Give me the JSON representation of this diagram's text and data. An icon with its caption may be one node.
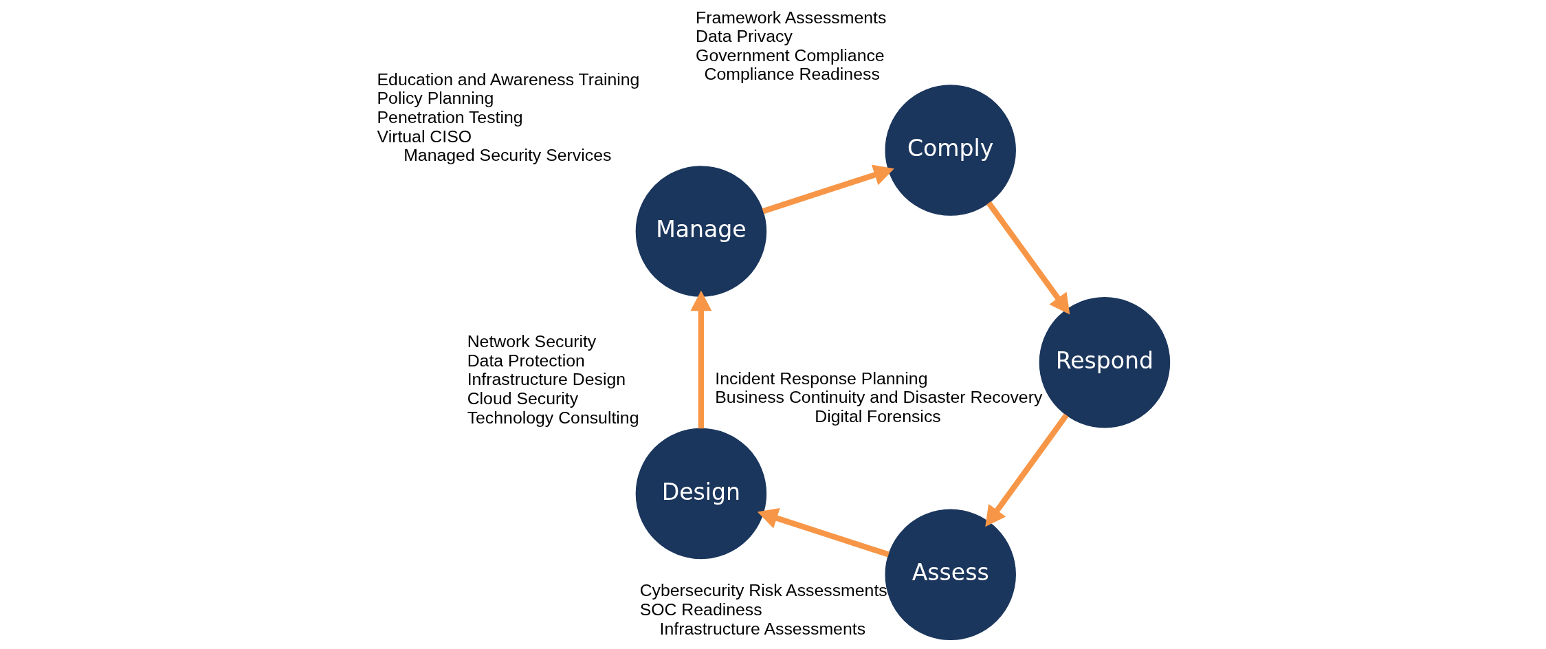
{
  "diagram": {
    "nodes": [
      {
        "text": [
          "Assess"
        ],
        "beside": [
          "Cybersecurity Risk Assessments",
          "SOC Readiness",
          "Infrastructure Assessments"
        ]
      },
      {
        "text": [
          "Design"
        ],
        "beside": [
          "Network Security",
          "Data Protection",
          "Infrastructure Design",
          "Cloud Security",
          "Technology Consulting"
        ]
      },
      {
        "text": [
          "Manage"
        ],
        "beside": [
          "Education and Awareness Training",
          "Policy Planning",
          "Penetration Testing",
          "Virtual CISO",
          "Managed Security Services"
        ]
      },
      {
        "text": [
          "Comply"
        ],
        "beside": [
          "Framework Assessments",
          "Data Privacy",
          "Government Compliance",
          "Compliance Readiness"
        ]
      },
      {
        "text": [
          "Respond"
        ],
        "beside": [
          "Incident Response Planning",
          "Business Continuity and Disaster Recovery",
          "Digital Forensics"
        ]
      }
    ],
    "edges": [
      {
        "from": 0,
        "to": 1,
        "arrow": "to"
      },
      {
        "from": 1,
        "to": 2,
        "arrow": "to"
      },
      {
        "from": 2,
        "to": 3,
        "arrow": "to"
      },
      {
        "from": 3,
        "to": 4,
        "arrow": "to"
      },
      {
        "from": 4,
        "to": 0,
        "arrow": "to"
      }
    ]
  }
}
